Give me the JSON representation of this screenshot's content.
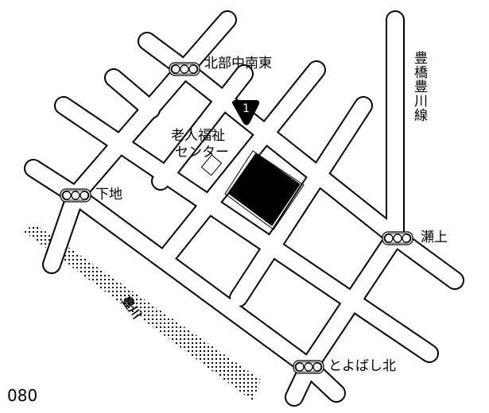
{
  "map": {
    "page_number": "080",
    "route_marker": "1",
    "river_label": "豊川",
    "road_name": "豊橋豊川線",
    "facility_label_line1": "老人福祉",
    "facility_label_line2": "センター",
    "intersections": [
      {
        "name": "北部中南東"
      },
      {
        "name": "下地"
      },
      {
        "name": "瀬上"
      },
      {
        "name": "とよばし北"
      }
    ],
    "colors": {
      "ink": "#000000",
      "paper": "#ffffff"
    }
  }
}
